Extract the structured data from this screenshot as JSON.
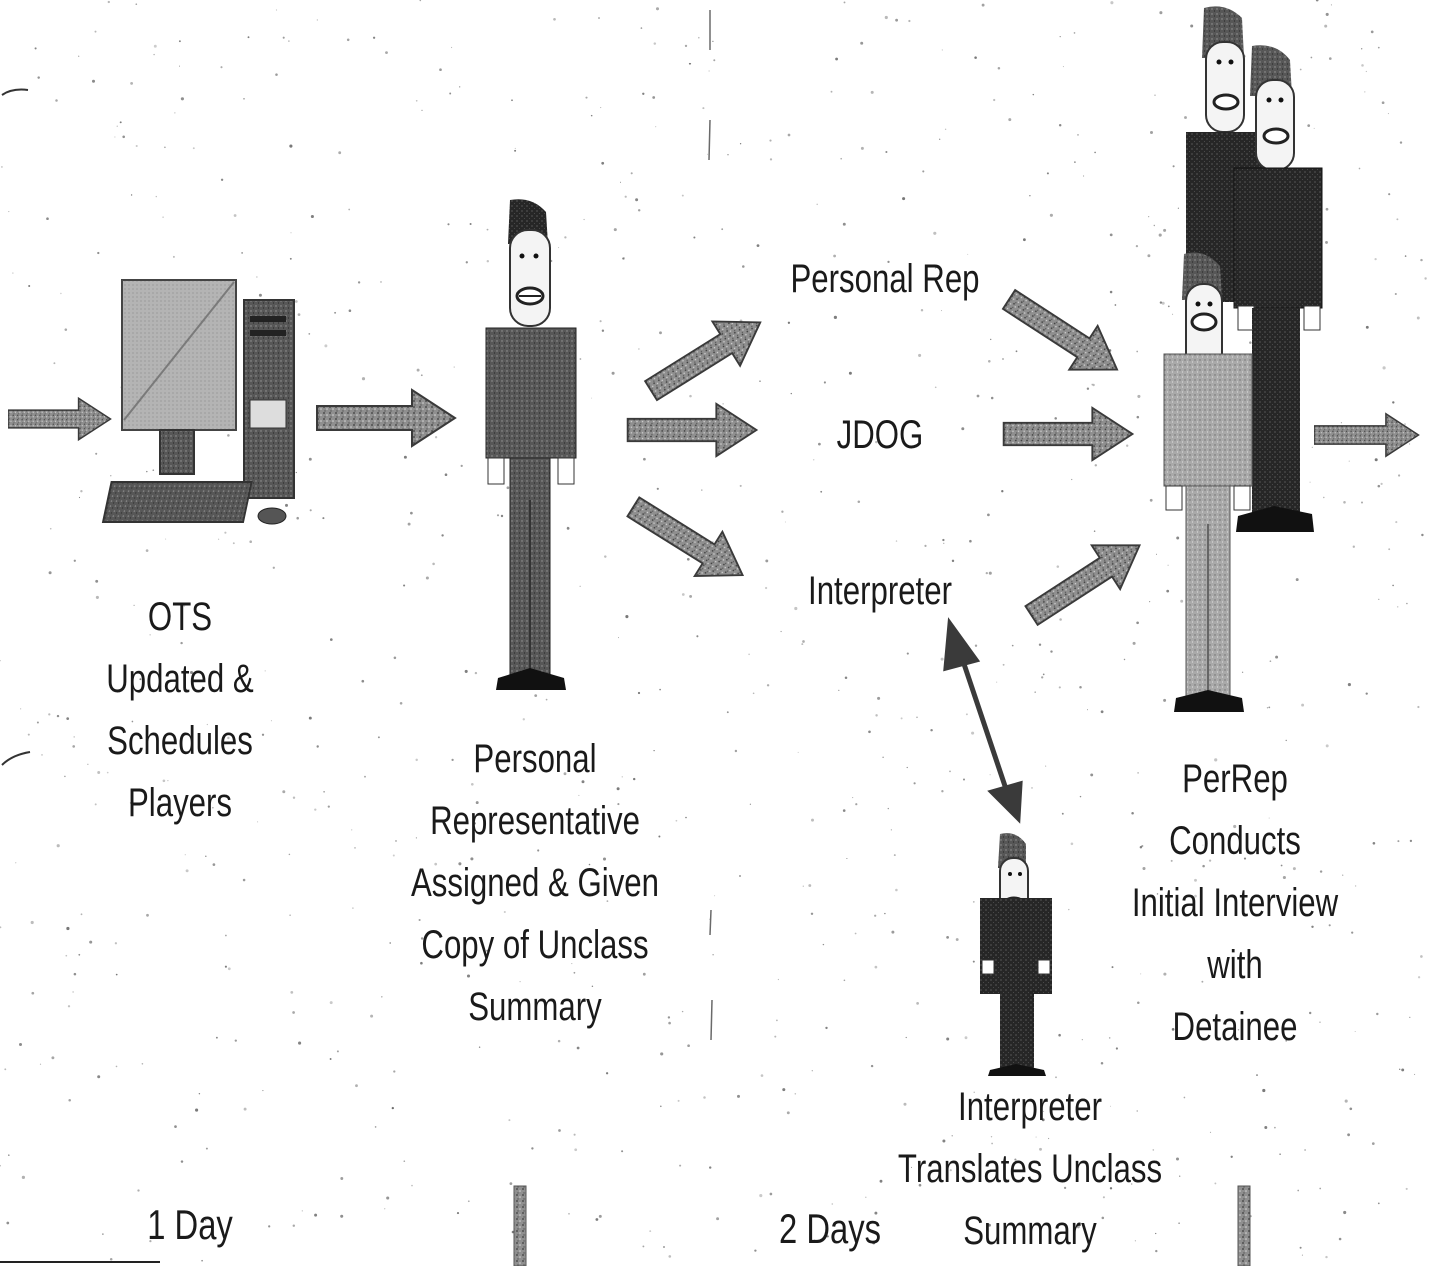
{
  "nodes": {
    "ots": {
      "lines": [
        "OTS",
        "Updated &",
        "Schedules",
        "Players"
      ],
      "icon": "computer-icon"
    },
    "personal_rep_assigned": {
      "lines": [
        "Personal",
        "Representative",
        "Assigned & Given",
        "Copy of Unclass",
        "Summary"
      ],
      "icon": "person-icon"
    },
    "personal_rep": {
      "label": "Personal Rep"
    },
    "jdog": {
      "label": "JDOG"
    },
    "interpreter": {
      "label": "Interpreter"
    },
    "interpreter_translates": {
      "lines": [
        "Interpreter",
        "Translates Unclass",
        "Summary"
      ],
      "icon": "person-icon"
    },
    "perrep_interview": {
      "lines": [
        "PerRep",
        "Conducts",
        "Initial Interview",
        "with",
        "Detainee"
      ],
      "icon": "group-of-people-icon"
    }
  },
  "durations": {
    "first": "1 Day",
    "second": "2 Days"
  },
  "colors": {
    "arrow_fill": "#8f8f8f",
    "arrow_stroke": "#3a3a3a",
    "figure_dark": "#2b2b2b",
    "figure_mid": "#5c5c5c",
    "figure_light": "#a7a7a7",
    "skin": "#f7f7f7"
  }
}
